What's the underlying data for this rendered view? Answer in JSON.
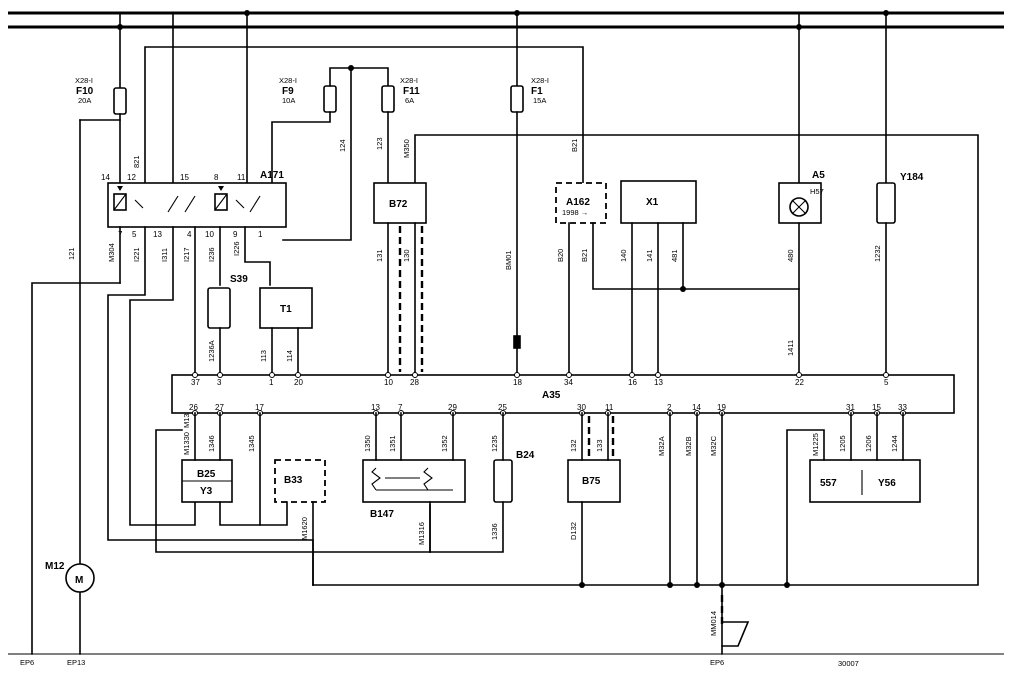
{
  "diagram": {
    "drawing_number": "30007",
    "ground_points": {
      "ep6_left": "EP6",
      "ep13": "EP13",
      "ep6_right": "EP6"
    },
    "fuses": {
      "f10": {
        "box": "X28-I",
        "name": "F10",
        "rating": "20A"
      },
      "f9": {
        "box": "X28-I",
        "name": "F9",
        "rating": "10A"
      },
      "f11": {
        "box": "X28-I",
        "name": "F11",
        "rating": "6A"
      },
      "f1": {
        "box": "X28-I",
        "name": "F1",
        "rating": "15A"
      }
    },
    "components": {
      "a171": "A171",
      "b72": "B72",
      "a162": "A162",
      "a162_note": "1998 →",
      "x1": "X1",
      "a5": "A5",
      "a5_sub": "H57",
      "y184": "Y184",
      "s39": "S39",
      "t1": "T1",
      "a35": "A35",
      "b25": "B25",
      "y3": "Y3",
      "b33": "B33",
      "b147": "B147",
      "b24": "B24",
      "b75": "B75",
      "s57": "557",
      "y56": "Y56",
      "m12": "M12",
      "m": "M"
    },
    "wire_labels": {
      "w121": "121",
      "w821": "821",
      "w124": "124",
      "w123": "123",
      "wm350": "M350",
      "wbm01": "BM01",
      "wb21": "B21",
      "wm304": "M304",
      "wi221": "I221",
      "wi311": "I311",
      "wi217": "I217",
      "wi236": "I236",
      "wi226": "I226",
      "w131": "131",
      "w130": "130",
      "wb20": "B20",
      "wb21b": "B21",
      "w140": "140",
      "w141": "141",
      "w481": "481",
      "w480": "480",
      "w1232": "1232",
      "w1411": "1411",
      "w1236a": "1236A",
      "w113": "113",
      "w114": "114",
      "wm1330": "M1330",
      "wm13": "M13",
      "w1346": "1346",
      "w1345": "1345",
      "w1350": "1350",
      "w1351": "1351",
      "w1352": "1352",
      "w1235": "1235",
      "w132": "132",
      "w133": "133",
      "wm32a": "M32A",
      "wm32b": "M32B",
      "wm32c": "M32C",
      "wm1225": "M1225",
      "w1205": "1205",
      "w1206": "1206",
      "w1244": "1244",
      "wm1620": "M1620",
      "wm1316": "M1316",
      "w1336": "1336",
      "wd132": "D132",
      "wmm014": "MM014"
    },
    "a35_pins_top": [
      "37",
      "3",
      "1",
      "20",
      "10",
      "28",
      "18",
      "34",
      "16",
      "13",
      "22",
      "5"
    ],
    "a35_pins_bottom": [
      "26",
      "27",
      "17",
      "13",
      "7",
      "29",
      "25",
      "30",
      "11",
      "2",
      "14",
      "19",
      "31",
      "15",
      "33"
    ],
    "a171_pins_top": [
      "14",
      "12",
      "15",
      "8",
      "11"
    ],
    "a171_pins_bottom": [
      "7",
      "5",
      "13",
      "4",
      "10",
      "9",
      "1"
    ]
  }
}
